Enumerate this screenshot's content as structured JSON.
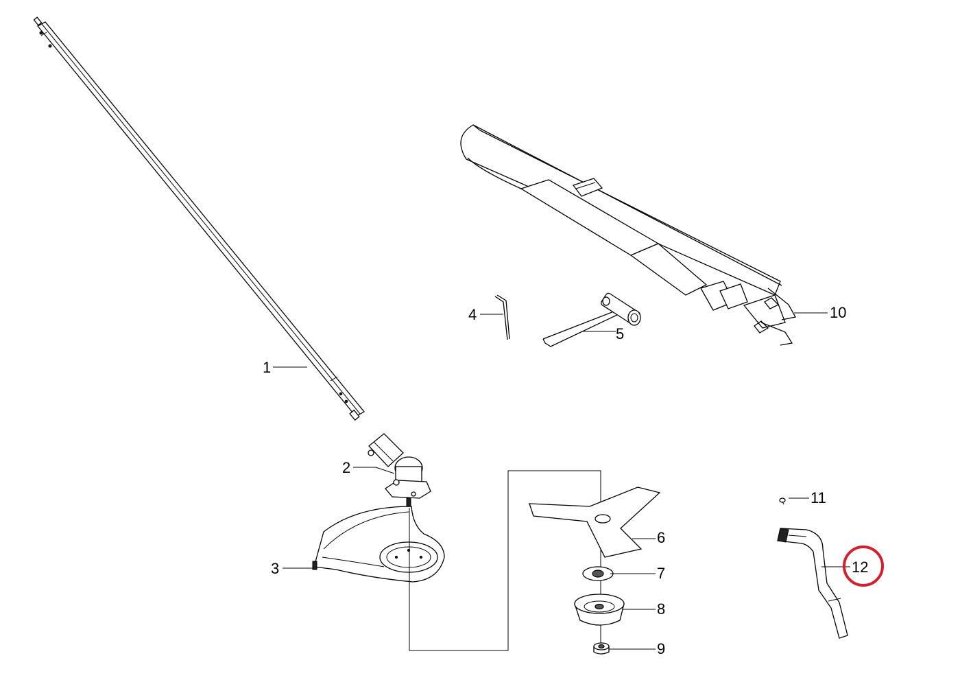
{
  "diagram": {
    "labels": {
      "p1": "1",
      "p2": "2",
      "p3": "3",
      "p4": "4",
      "p5": "5",
      "p6": "6",
      "p7": "7",
      "p8": "8",
      "p9": "9",
      "p10": "10",
      "p11": "11",
      "p12": "12"
    },
    "highlight": {
      "part": "12",
      "color": "#d2202e"
    }
  }
}
